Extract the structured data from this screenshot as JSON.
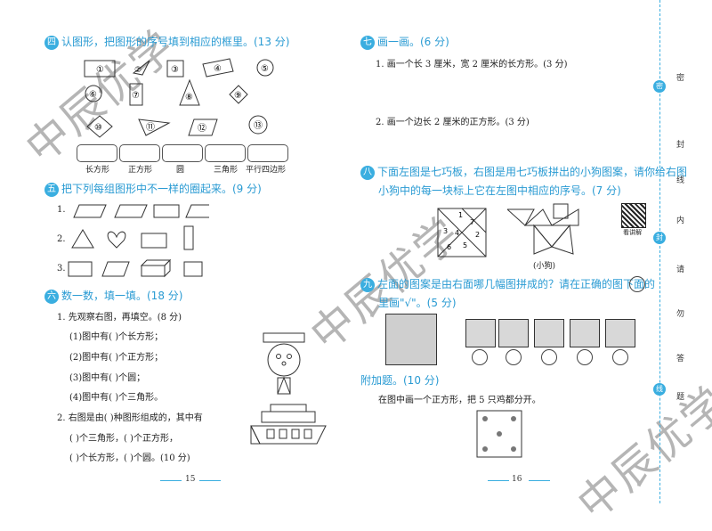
{
  "left_page": {
    "sec4": {
      "num": "四",
      "title": "认图形，把图形的序号填到相应的框里。(13 分)",
      "shape_labels": [
        "①",
        "②",
        "③",
        "④",
        "⑤",
        "⑥",
        "⑦",
        "⑧",
        "⑨",
        "⑩",
        "⑪",
        "⑫",
        "⑬"
      ],
      "categories": [
        "长方形",
        "正方形",
        "圆",
        "三角形",
        "平行四边形"
      ]
    },
    "sec5": {
      "num": "五",
      "title": "把下列每组图形中不一样的圈起来。(9 分)",
      "row_labels": [
        "1.",
        "2.",
        "3."
      ]
    },
    "sec6": {
      "num": "六",
      "title": "数一数，填一填。(18 分)",
      "q1": "1. 先观察右图，再填空。(8 分)",
      "q1_items": [
        "(1)图中有(        )个长方形；",
        "(2)图中有(        )个正方形；",
        "(3)图中有(        )个圆；",
        "(4)图中有(        )个三角形。"
      ],
      "q2_lines": [
        "2. 右图是由(     )种图形组成的，其中有",
        "(        )个三角形，(        )个正方形，",
        "(        )个长方形，(        )个圆。(10 分)"
      ]
    },
    "page_number": "15"
  },
  "right_page": {
    "sec7": {
      "num": "七",
      "title": "画一画。(6 分)",
      "q1": "1. 画一个长 3 厘米，宽 2 厘米的长方形。(3 分)",
      "q2": "2. 画一个边长 2 厘米的正方形。(3 分)"
    },
    "sec8": {
      "num": "八",
      "title_line1": "下面左图是七巧板，右图是用七巧板拼出的小狗图案，请你给右图",
      "title_line2": "小狗中的每一块标上它在左图中相应的序号。(7 分)",
      "tangram_numbers": [
        "1",
        "2",
        "3",
        "4",
        "5",
        "6",
        "7"
      ],
      "dog_caption": "(小狗)",
      "qr_caption": "看讲解"
    },
    "sec9": {
      "num": "九",
      "title_line1": "左面的图案是由右面哪几幅图拼成的？请在正确的图下面的",
      "title_line2": "里画\"√\"。(5 分)"
    },
    "bonus": {
      "title": "附加题。(10 分)",
      "text": "在图中画一个正方形，把 5 只鸡都分开。"
    },
    "page_number": "16"
  },
  "sidebar": {
    "chars": [
      "密",
      "封",
      "线",
      "内",
      "请",
      "勿",
      "答",
      "题"
    ],
    "badges": [
      "密",
      "封",
      "线"
    ]
  },
  "watermark": "中辰优学"
}
